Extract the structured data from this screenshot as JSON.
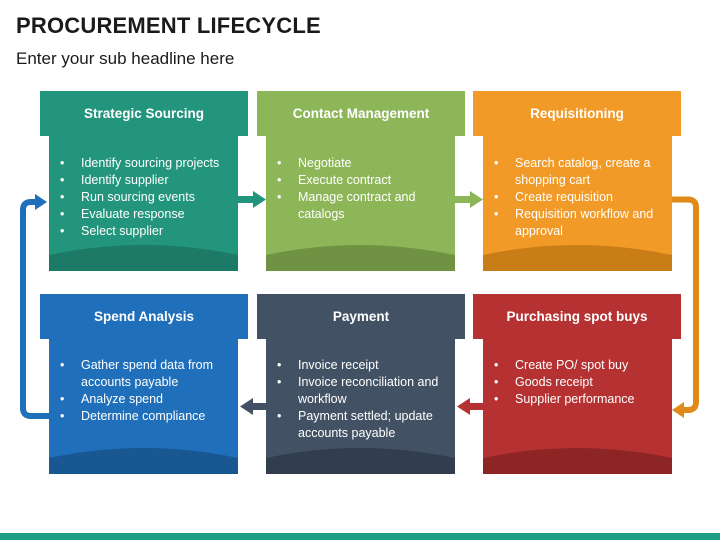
{
  "title": "PROCUREMENT LIFECYCLE",
  "subtitle": "Enter your sub headline here",
  "stages": [
    {
      "title": "Strategic Sourcing",
      "color": "#24957d",
      "shadow": "#1c7a66",
      "bullets": [
        "Identify sourcing projects",
        "Identify supplier",
        "Run sourcing events",
        "Evaluate response",
        "Select supplier"
      ]
    },
    {
      "title": "Contact Management",
      "color": "#8db659",
      "shadow": "#6f9343",
      "bullets": [
        "Negotiate",
        "Execute contract",
        "Manage contract and catalogs"
      ]
    },
    {
      "title": "Requisitioning",
      "color": "#f29a27",
      "shadow": "#c97d16",
      "bullets": [
        "Search catalog, create a shopping cart",
        "Create requisition",
        "Requisition workflow and approval"
      ]
    },
    {
      "title": "Spend Analysis",
      "color": "#1f6fba",
      "shadow": "#185792",
      "bullets": [
        "Gather spend data from accounts payable",
        "Analyze spend",
        "Determine compliance"
      ]
    },
    {
      "title": "Payment",
      "color": "#435164",
      "shadow": "#323e4e",
      "bullets": [
        "Invoice receipt",
        "Invoice reconciliation and workflow",
        "Payment settled; update accounts payable"
      ]
    },
    {
      "title": "Purchasing spot buys",
      "color": "#b63232",
      "shadow": "#8e2525",
      "bullets": [
        "Create PO/ spot buy",
        "Goods receipt",
        "Supplier performance"
      ]
    }
  ],
  "colors": {
    "footer": "#1f9e86",
    "title_text": "#1a1a1a"
  }
}
